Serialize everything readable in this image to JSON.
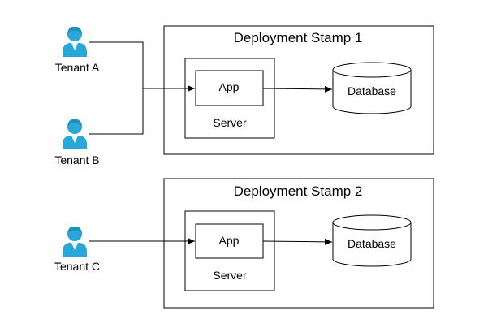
{
  "colors": {
    "person": "#29a8d8",
    "person_shadow": "#1f8fbd",
    "line": "#000000",
    "box_fill": "#ffffff"
  },
  "tenants": [
    {
      "id": "a",
      "label": "Tenant A",
      "icon": "person-icon"
    },
    {
      "id": "b",
      "label": "Tenant B",
      "icon": "person-icon"
    },
    {
      "id": "c",
      "label": "Tenant C",
      "icon": "person-icon"
    }
  ],
  "stamps": [
    {
      "title": "Deployment Stamp 1",
      "server_label": "Server",
      "app_label": "App",
      "db_label": "Database"
    },
    {
      "title": "Deployment Stamp 2",
      "server_label": "Server",
      "app_label": "App",
      "db_label": "Database"
    }
  ]
}
